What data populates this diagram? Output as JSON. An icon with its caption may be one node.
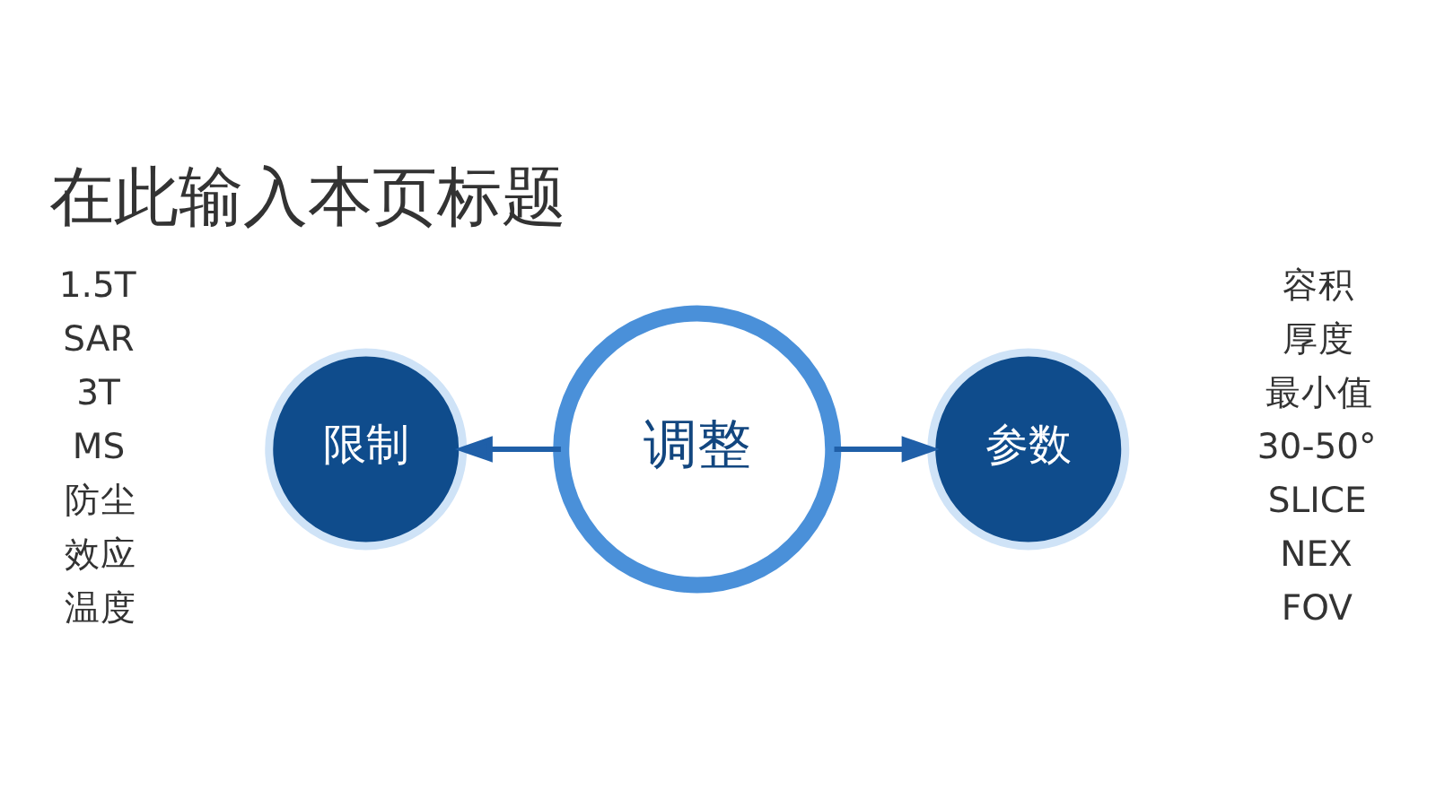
{
  "diagram": {
    "title": "在此输入本页标题",
    "nodes": [
      {
        "text": [
          "调整"
        ]
      },
      {
        "text": [
          "限制"
        ],
        "beside": [
          "1.5T",
          "SAR",
          "3T",
          "MS",
          "防尘",
          "效应",
          "温度"
        ]
      },
      {
        "text": [
          "参数"
        ],
        "beside": [
          "容积",
          "厚度",
          "最小值",
          "30-50°",
          "SLICE",
          "NEX",
          "FOV"
        ]
      }
    ],
    "edges": [
      {
        "from": 0,
        "to": 1,
        "arrow": "to"
      },
      {
        "from": 0,
        "to": 2,
        "arrow": "to"
      }
    ]
  }
}
